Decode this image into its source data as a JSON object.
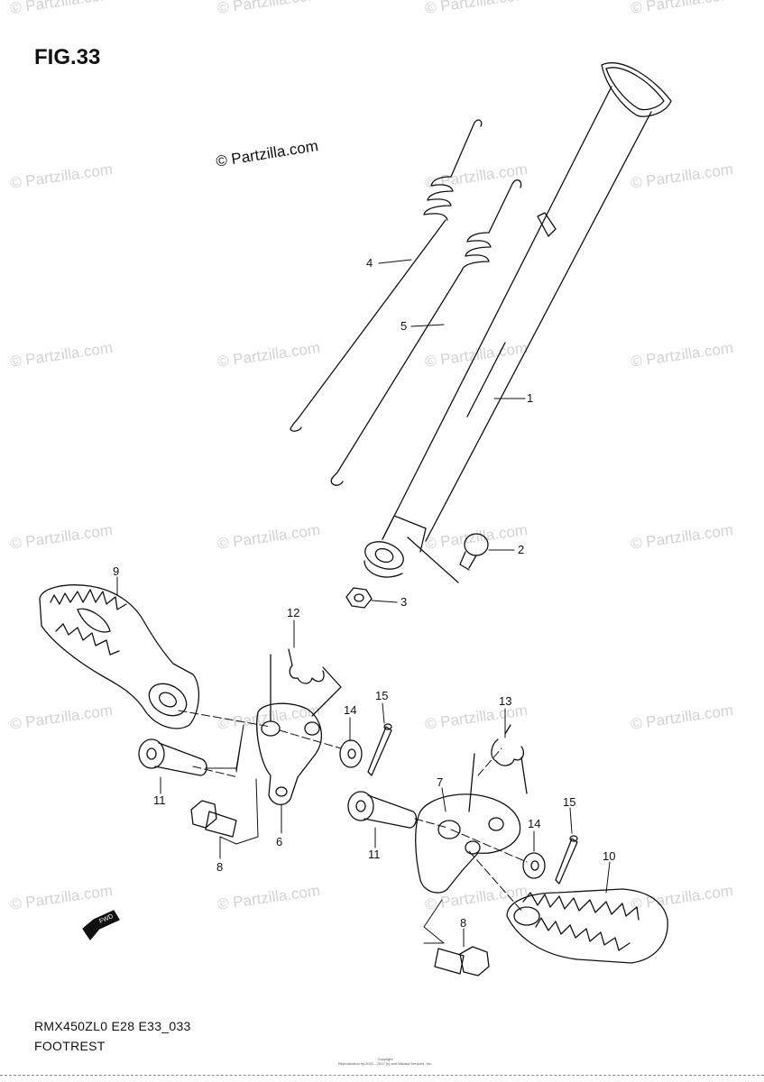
{
  "figure": {
    "title": "FIG.33",
    "copyright_notice": "© Partzilla.com",
    "watermark_text": "© Partzilla.com",
    "model_code": "RMX450ZL0 E28 E33_033",
    "section_name": "FOOTREST",
    "fine_print_line1": "Copyright",
    "fine_print_line2": "Reproduction by 2001 - 2017 (c) and Mikasa Services, Inc.",
    "fwd_label": "FWD"
  },
  "callouts": {
    "c1": "1",
    "c2": "2",
    "c3": "3",
    "c4": "4",
    "c5": "5",
    "c6": "6",
    "c7": "7",
    "c8a": "8",
    "c8b": "8",
    "c9": "9",
    "c10": "10",
    "c11a": "11",
    "c11b": "11",
    "c12": "12",
    "c13": "13",
    "c14a": "14",
    "c14b": "14",
    "c15a": "15",
    "c15b": "15"
  },
  "colors": {
    "line": "#111111",
    "watermark": "#d2d2d2",
    "background": "#ffffff"
  }
}
